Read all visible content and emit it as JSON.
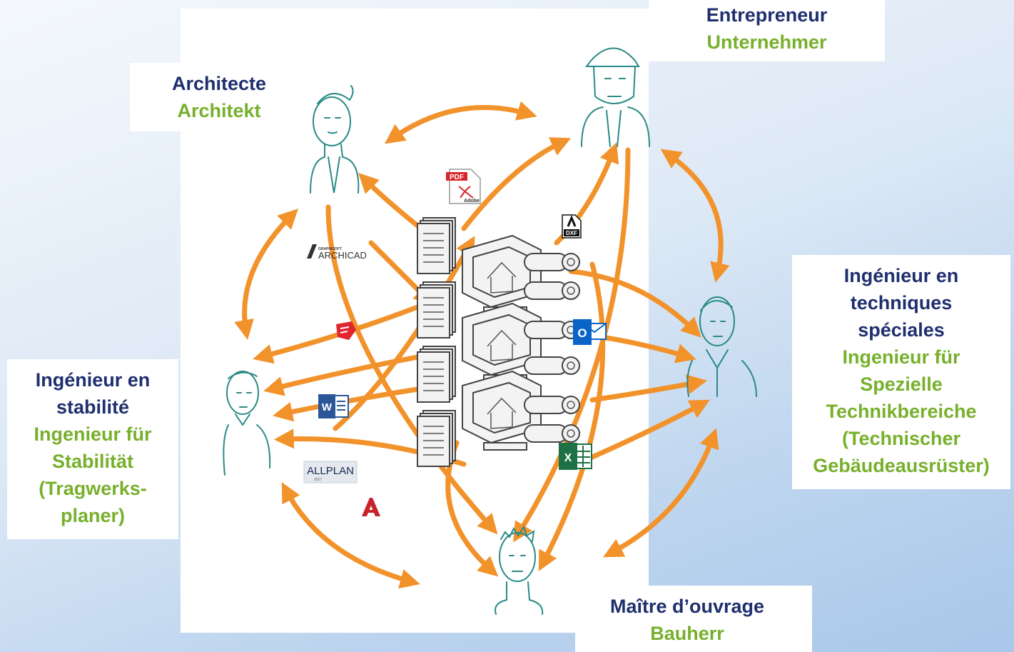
{
  "roles": {
    "architect": {
      "fr": "Architecte",
      "de": "Architekt"
    },
    "contractor": {
      "fr": "Entrepreneur",
      "de": "Unternehmer"
    },
    "structural": {
      "fr": [
        "Ingénieur en",
        "stabilité"
      ],
      "de": [
        "Ingenieur für",
        "Stabilität",
        "(Tragwerks-",
        "planer)"
      ]
    },
    "mep": {
      "fr": [
        "Ingénieur en",
        "techniques",
        "spéciales"
      ],
      "de": [
        "Ingenieur für",
        "Spezielle",
        "Technikbereiche",
        "(Technischer",
        "Gebäudeausrüster)"
      ]
    },
    "owner": {
      "fr": "Maître d’ouvrage",
      "de": "Bauherr"
    }
  },
  "software_logos": {
    "pdf": {
      "tag": "PDF",
      "brand": "Adobe",
      "icon": "pdf-icon",
      "color": "#d9262a"
    },
    "dxf": {
      "tag": "DXF",
      "icon": "dxf-icon"
    },
    "archicad": {
      "small": "GRAPHISOFT",
      "name": "ARCHICAD",
      "icon": "archicad-logo"
    },
    "sketchup": {
      "icon": "sketchup-icon",
      "color": "#e0262c"
    },
    "outlook": {
      "letter": "O",
      "icon": "outlook-icon",
      "color": "#0a64c8"
    },
    "word": {
      "letter": "W",
      "icon": "word-icon",
      "color": "#2b579a"
    },
    "excel": {
      "letter": "X",
      "icon": "excel-icon",
      "color": "#1e7145"
    },
    "allplan": {
      "name": "ALLPLAN",
      "year": "2017",
      "icon": "allplan-logo"
    },
    "autocad": {
      "letter": "A",
      "icon": "autocad-icon",
      "color": "#c8232c"
    }
  },
  "colors": {
    "french": "#1f2f6e",
    "german": "#77b02c",
    "arrows": "#f2922b",
    "sketch": "#2a8a86"
  }
}
